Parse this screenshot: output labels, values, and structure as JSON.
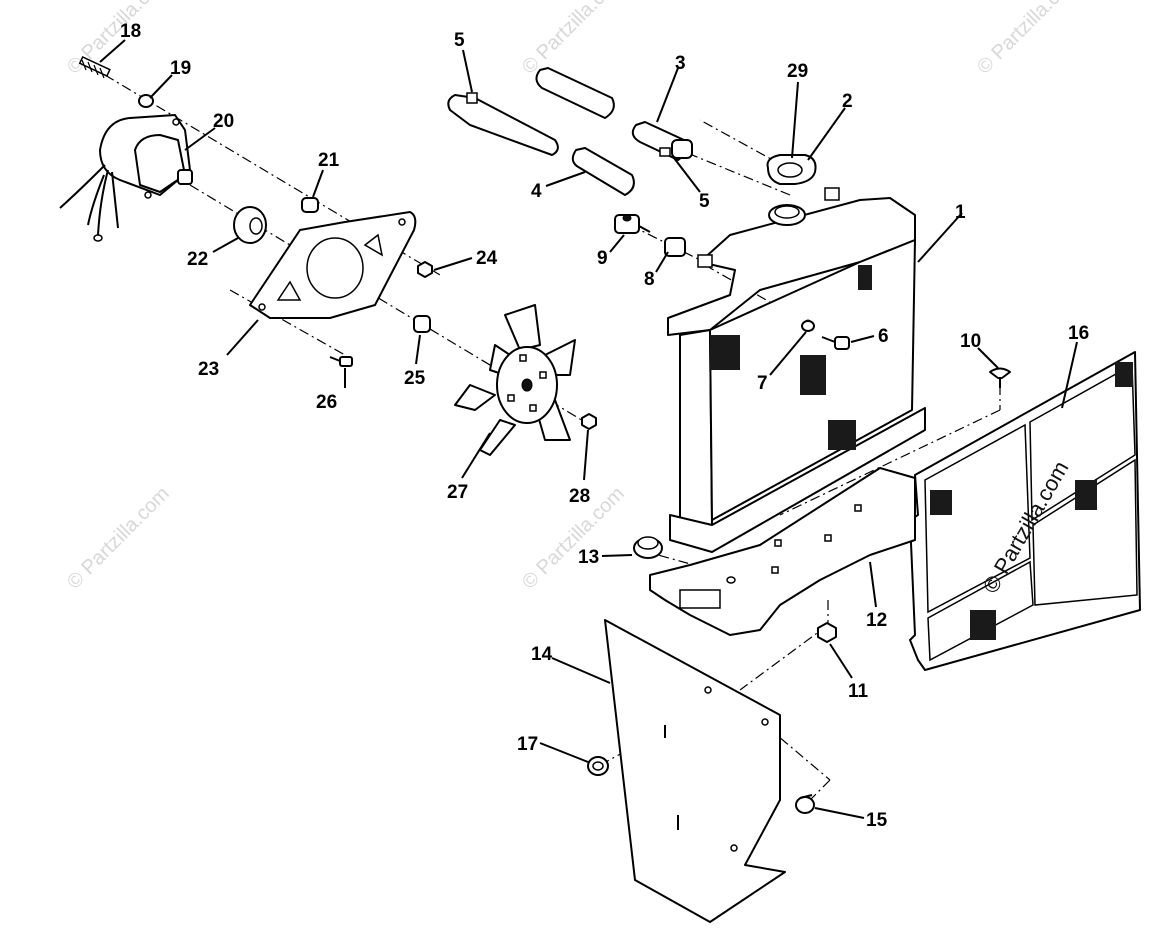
{
  "watermark": {
    "text": "© Partzilla.com",
    "text_short": "© Partzilla.com"
  },
  "callouts": [
    {
      "id": "1",
      "label": "1"
    },
    {
      "id": "2",
      "label": "2"
    },
    {
      "id": "3",
      "label": "3"
    },
    {
      "id": "4",
      "label": "4"
    },
    {
      "id": "5a",
      "label": "5"
    },
    {
      "id": "5b",
      "label": "5"
    },
    {
      "id": "6",
      "label": "6"
    },
    {
      "id": "7",
      "label": "7"
    },
    {
      "id": "8",
      "label": "8"
    },
    {
      "id": "9",
      "label": "9"
    },
    {
      "id": "10",
      "label": "10"
    },
    {
      "id": "11",
      "label": "11"
    },
    {
      "id": "12",
      "label": "12"
    },
    {
      "id": "13",
      "label": "13"
    },
    {
      "id": "14",
      "label": "14"
    },
    {
      "id": "15",
      "label": "15"
    },
    {
      "id": "16",
      "label": "16"
    },
    {
      "id": "17",
      "label": "17"
    },
    {
      "id": "18",
      "label": "18"
    },
    {
      "id": "19",
      "label": "19"
    },
    {
      "id": "20",
      "label": "20"
    },
    {
      "id": "21",
      "label": "21"
    },
    {
      "id": "22",
      "label": "22"
    },
    {
      "id": "23",
      "label": "23"
    },
    {
      "id": "24",
      "label": "24"
    },
    {
      "id": "25",
      "label": "25"
    },
    {
      "id": "26",
      "label": "26"
    },
    {
      "id": "27",
      "label": "27"
    },
    {
      "id": "28",
      "label": "28"
    },
    {
      "id": "29",
      "label": "29"
    }
  ],
  "colors": {
    "ink": "#000000",
    "paper": "#ffffff",
    "watermark": "#d8d8d8"
  }
}
